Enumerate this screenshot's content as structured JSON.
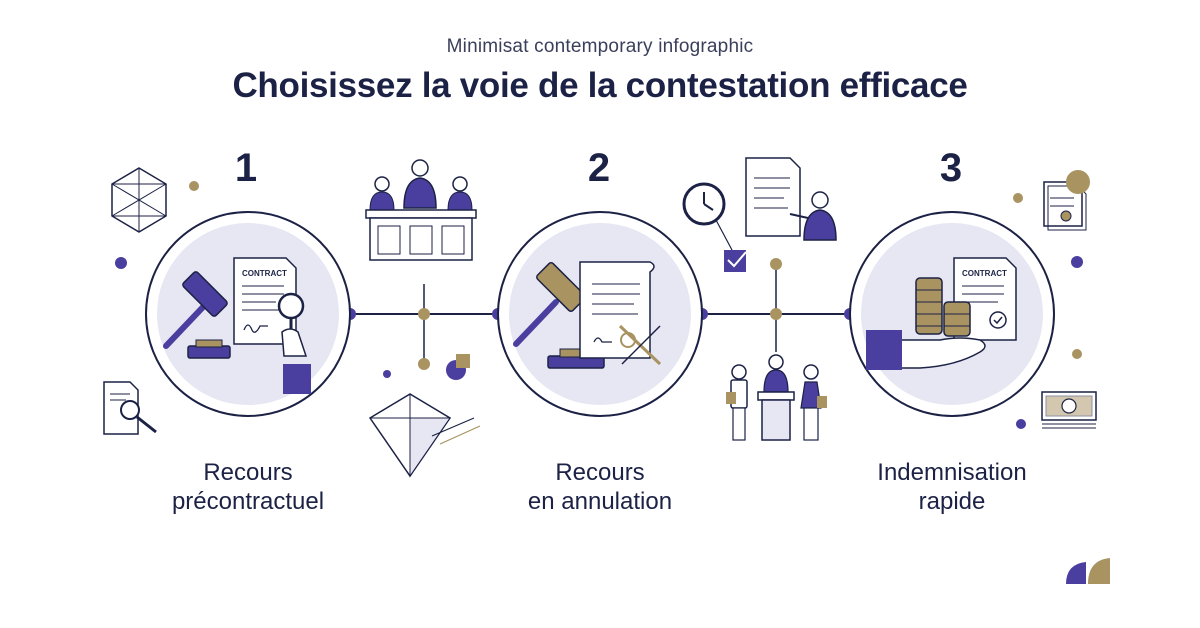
{
  "header": {
    "subtitle": "Minimisat contemporary infographic",
    "title": "Choisissez la voie de la contestation efficace"
  },
  "steps": [
    {
      "number": "1",
      "label_line1": "Recours",
      "label_line2": "précontractuel",
      "doc_label": "CONTRACT"
    },
    {
      "number": "2",
      "label_line1": "Recours",
      "label_line2": "en annulation"
    },
    {
      "number": "3",
      "label_line1": "Indemnisation",
      "label_line2": "rapide",
      "doc_label": "CONTRACT"
    }
  ],
  "colors": {
    "navy": "#1c2245",
    "purple": "#4a3f9f",
    "gold": "#a89361",
    "circle_fill": "#e7e6f3"
  }
}
